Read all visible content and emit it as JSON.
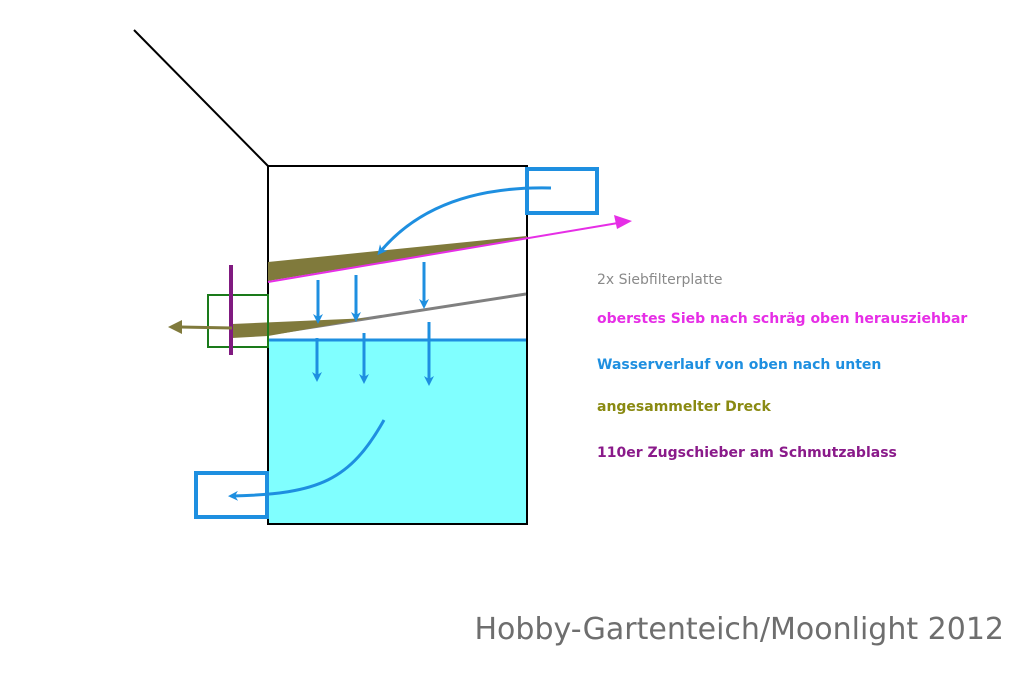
{
  "legend": {
    "filter_plates": "2x Siebfilterplatte",
    "top_sieve": "oberstes Sieb nach schräg oben herausziehbar",
    "water_flow": "Wasserverlauf von oben nach unten",
    "dirt": "angesammelter Dreck",
    "gate_valve": "110er Zugschieber am Schmutzablass"
  },
  "watermark": "Hobby-Gartenteich/Moonlight 2012",
  "colors": {
    "water": "#80ffff",
    "flow_arrows": "#1e8fe0",
    "pipe_boxes": "#1e8fe0",
    "top_sieve": "#e62ee6",
    "sieve_plates": "#808080",
    "dirt": "#807a3c",
    "gate_valve": "#801a80",
    "outlet_box": "#1a7a1a",
    "container": "#000000"
  }
}
